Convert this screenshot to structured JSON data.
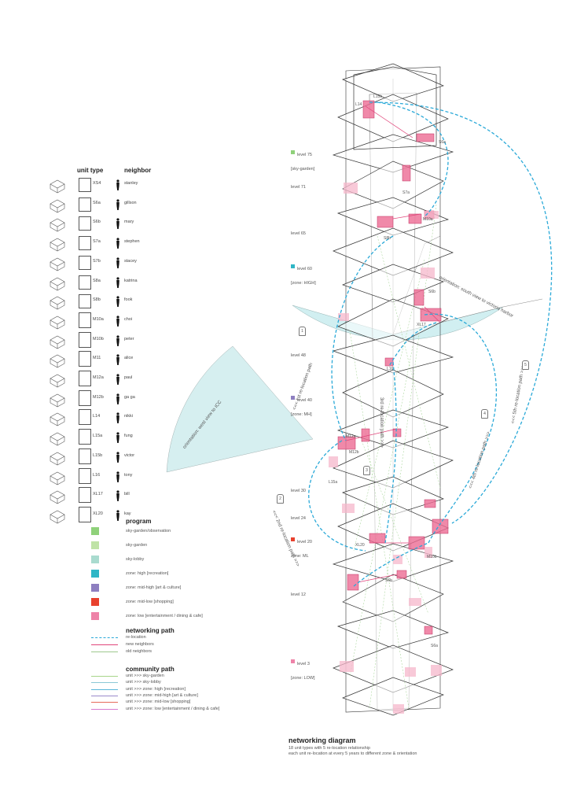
{
  "legend": {
    "unit_type_header": "unit type",
    "neighbor_header": "neighbor",
    "units": [
      {
        "code": "XS4",
        "neighbor": "stanley"
      },
      {
        "code": "S6a",
        "neighbor": "gillson"
      },
      {
        "code": "S6b",
        "neighbor": "mary"
      },
      {
        "code": "S7a",
        "neighbor": "stephen"
      },
      {
        "code": "S7b",
        "neighbor": "stacey"
      },
      {
        "code": "S8a",
        "neighbor": "katrina"
      },
      {
        "code": "S8b",
        "neighbor": "fook"
      },
      {
        "code": "M10a",
        "neighbor": "choi"
      },
      {
        "code": "M10b",
        "neighbor": "peter"
      },
      {
        "code": "M11",
        "neighbor": "alice"
      },
      {
        "code": "M12a",
        "neighbor": "paul"
      },
      {
        "code": "M12b",
        "neighbor": "ga ga"
      },
      {
        "code": "L14",
        "neighbor": "nikki"
      },
      {
        "code": "L15a",
        "neighbor": "fung"
      },
      {
        "code": "L15b",
        "neighbor": "victor"
      },
      {
        "code": "L16",
        "neighbor": "tony"
      },
      {
        "code": "XL17",
        "neighbor": "bill"
      },
      {
        "code": "XL20",
        "neighbor": "kay"
      }
    ],
    "program_header": "program",
    "program": [
      {
        "label": "sky-garden/observation",
        "color": "#8fd17a"
      },
      {
        "label": "sky-garden",
        "color": "#bfe3a6"
      },
      {
        "label": "sky-lobby",
        "color": "#a9dbcf"
      },
      {
        "label": "zone: high [recreation]",
        "color": "#2fb6c6"
      },
      {
        "label": "zone: mid-high [art & culture]",
        "color": "#8e7fc0"
      },
      {
        "label": "zone: mid-low [shopping]",
        "color": "#e8412e"
      },
      {
        "label": "zone: low [entertainment / dining & cafe]",
        "color": "#ee83a8"
      }
    ],
    "networking_header": "networking path",
    "networking": [
      {
        "label": "re-location",
        "color": "#2aa9d8"
      },
      {
        "label": "new neighbors",
        "color": "#e0457a"
      },
      {
        "label": "old neighbors",
        "color": "#9ec98e"
      }
    ],
    "community_header": "community path",
    "community": [
      {
        "label": "unit >>> sky-garden",
        "color": "#a7d58a"
      },
      {
        "label": "unit >>> sky-lobby",
        "color": "#8bc8d6"
      },
      {
        "label": "unit >>> zone: high [recreation]",
        "color": "#5bb7d9"
      },
      {
        "label": "unit >>> zone: mid-high [art & culture]",
        "color": "#9a8acb"
      },
      {
        "label": "unit >>> zone: mid-low [shopping]",
        "color": "#e66a5a"
      },
      {
        "label": "unit >>> zone: low [entertainment / dining & cafe]",
        "color": "#d67bd0"
      }
    ]
  },
  "tower": {
    "levels": [
      {
        "label": "level 75",
        "sub": "[sky-garden]",
        "swatch": "#8fd17a"
      },
      {
        "label": "level 71",
        "sub": "",
        "swatch": ""
      },
      {
        "label": "level 65",
        "sub": "",
        "swatch": ""
      },
      {
        "label": "level 60",
        "sub": "[zone: HIGH]",
        "swatch": "#2fb6c6"
      },
      {
        "label": "level 48",
        "sub": "",
        "swatch": ""
      },
      {
        "label": "level 40",
        "sub": "[zone: MH]",
        "swatch": "#8e7fc0"
      },
      {
        "label": "level 30",
        "sub": "",
        "swatch": ""
      },
      {
        "label": "level 24",
        "sub": "",
        "swatch": ""
      },
      {
        "label": "level 20",
        "sub": "zone: ML",
        "swatch": "#e8412e"
      },
      {
        "label": "level 12",
        "sub": "",
        "swatch": ""
      },
      {
        "label": "level 3",
        "sub": "[zone: LOW]",
        "swatch": "#ee83a8"
      }
    ],
    "unit_tags": [
      "L14",
      "L15b",
      "S6a",
      "S7a",
      "M10a",
      "S8b",
      "XL17",
      "S6b",
      "L16",
      "M12b",
      "L15a",
      "M12a",
      "XL20",
      "M10b",
      "S6b",
      "S6a"
    ],
    "orientation_south": "orientation: south view to victoria harbor",
    "orientation_west": "orientation: west view to ICC",
    "paths": {
      "p1": "<<< 1st re-location path",
      "p2": "<<< 2nd re-location path >>>",
      "p3": "3rd re-location path >>>",
      "p4": "<<< 4th re-location path >>>",
      "p5": "<<< 5th re-location path >>>",
      "markers": [
        "1",
        "2",
        "3",
        "4",
        "5"
      ]
    }
  },
  "footer": {
    "title": "networking diagram",
    "line1": "18 unit types with 5 re-location relationship",
    "line2": "each unit re-location at every 5 years to different zone & orientation"
  }
}
